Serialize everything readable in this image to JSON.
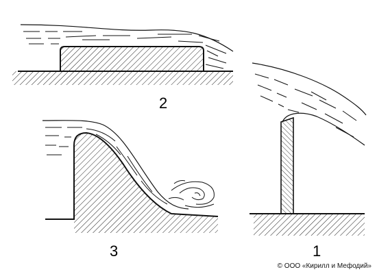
{
  "figures": [
    {
      "id": "broad-crested-weir",
      "label": "2"
    },
    {
      "id": "ogee-spillway",
      "label": "3"
    },
    {
      "id": "sharp-crested-weir",
      "label": "1"
    }
  ],
  "copyright": "© ООО «Кирилл и Мефодий»"
}
